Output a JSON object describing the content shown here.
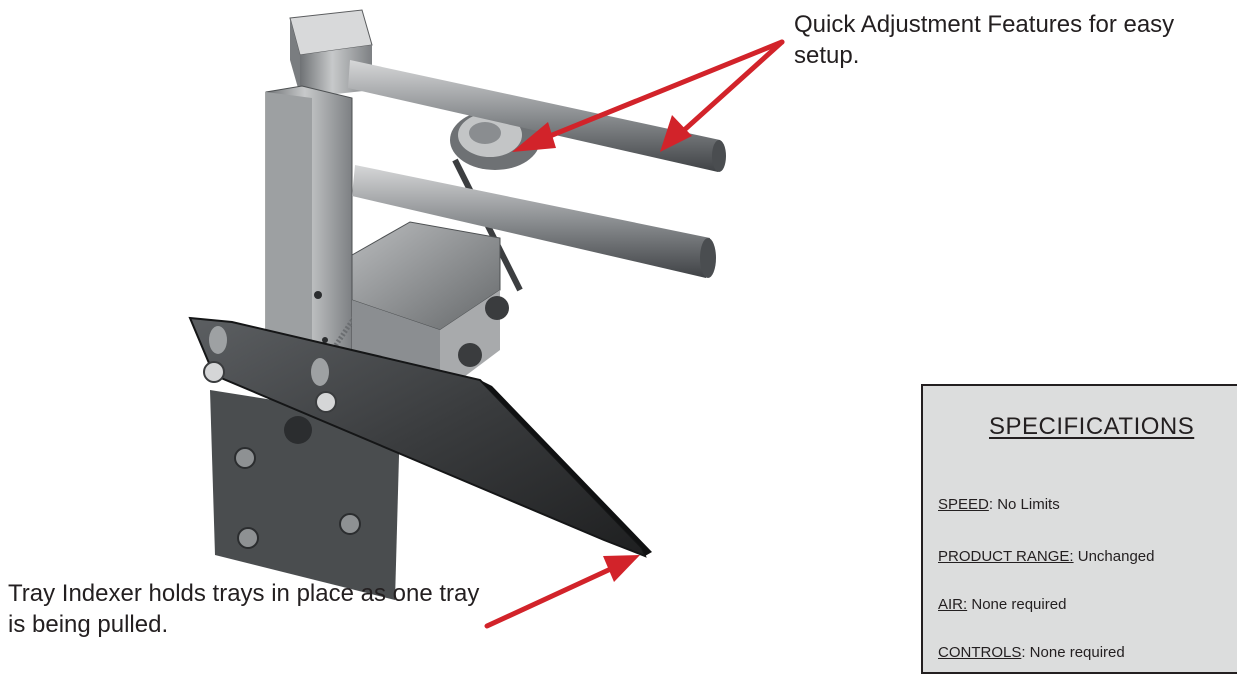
{
  "captions": {
    "top": "Quick Adjustment Features for easy setup.",
    "bottom": "Tray Indexer holds trays in place as one tray is being pulled."
  },
  "specifications": {
    "title": "SPECIFICATIONS",
    "items": [
      {
        "key": "SPEED",
        "value": ": No Limits"
      },
      {
        "key": "PRODUCT RANGE:",
        "value": " Unchanged"
      },
      {
        "key": "AIR:",
        "value": " None required"
      },
      {
        "key": "CONTROLS",
        "value": ": None required"
      }
    ]
  },
  "colors": {
    "arrow": "#d2232a",
    "panel_background": "#dcdddd",
    "text": "#231f20",
    "metal": "#9a9d9f"
  }
}
